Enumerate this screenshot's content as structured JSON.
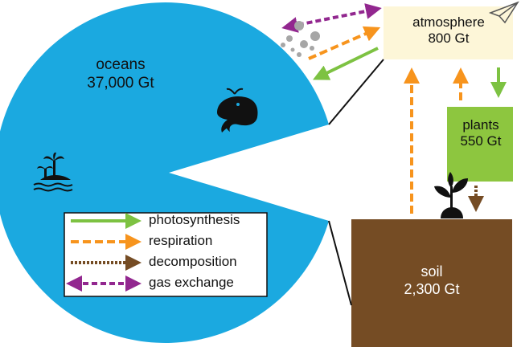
{
  "reservoirs": {
    "oceans": {
      "name": "oceans",
      "amount": "37,000 Gt"
    },
    "atmosphere": {
      "name": "atmosphere",
      "amount": "800 Gt"
    },
    "plants": {
      "name": "plants",
      "amount": "550 Gt"
    },
    "soil": {
      "name": "soil",
      "amount": "2,300 Gt"
    }
  },
  "legend": [
    {
      "label": "photosynthesis",
      "color": "#7dc242"
    },
    {
      "label": "respiration",
      "color": "#f7941d"
    },
    {
      "label": "decomposition",
      "color": "#754c24"
    },
    {
      "label": "gas exchange",
      "color": "#92278f"
    }
  ],
  "colors": {
    "ocean": "#1ba9e0",
    "atmosphere": "#fdf6d8",
    "plants": "#8dc63f",
    "soil": "#754c24"
  },
  "icons": [
    "whale-icon",
    "island-palm-icon",
    "paper-plane-icon",
    "sprout-icon",
    "bubbles-icon"
  ]
}
